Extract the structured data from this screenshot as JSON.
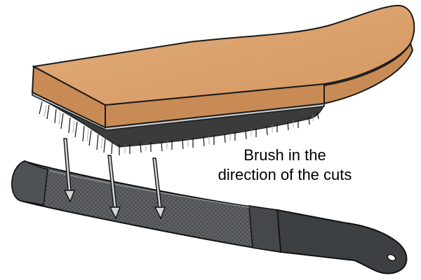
{
  "caption": {
    "line1": "Brush in the",
    "line2": "direction of the cuts"
  },
  "illustration": {
    "objects": [
      "wire-brush",
      "file"
    ],
    "arrow_count": 3,
    "colors": {
      "wood": "#D9A06C",
      "wood_edge": "#B47A48",
      "outline": "#1a1a1a",
      "bristles": "#2b2b2b",
      "metal_plate": "#b9bcbf",
      "file_body": "#4a4c4f",
      "file_tang": "#3a3c3f",
      "arrow": "#cfcfcf"
    }
  }
}
